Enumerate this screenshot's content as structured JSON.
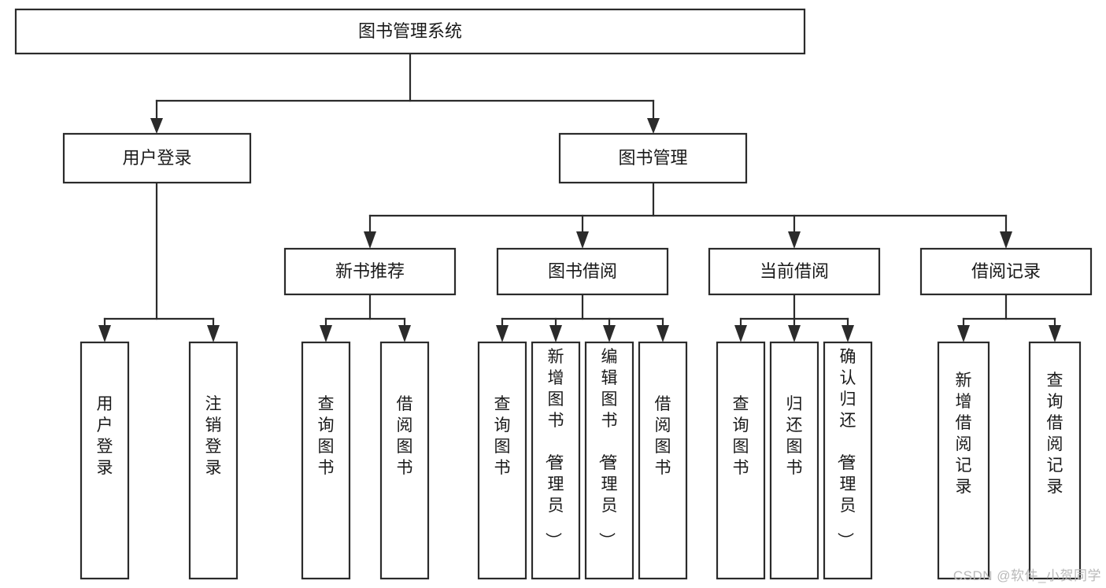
{
  "diagram": {
    "type": "tree-hierarchy",
    "title": "图书管理系统",
    "watermark": "CSDN @软件_小贺同学",
    "colors": {
      "stroke": "#2b2b2b",
      "background": "#ffffff",
      "text": "#1a1a1a",
      "watermark": "#b9b9b9"
    },
    "levels": {
      "root": {
        "label": "图书管理系统"
      },
      "level2": [
        {
          "label": "用户登录"
        },
        {
          "label": "图书管理"
        }
      ],
      "level3": [
        {
          "label": "新书推荐"
        },
        {
          "label": "图书借阅"
        },
        {
          "label": "当前借阅"
        },
        {
          "label": "借阅记录"
        }
      ],
      "leaves": {
        "user_login": [
          {
            "label": "用户登录"
          },
          {
            "label": "注销登录"
          }
        ],
        "new_book": [
          {
            "label": "查询图书"
          },
          {
            "label": "借阅图书"
          }
        ],
        "book_borrow": [
          {
            "label": "查询图书"
          },
          {
            "label": "新增图书（管理员）"
          },
          {
            "label": "编辑图书（管理员）"
          },
          {
            "label": "借阅图书"
          }
        ],
        "current_borrow": [
          {
            "label": "查询图书"
          },
          {
            "label": "归还图书"
          },
          {
            "label": "确认归还（管理员）"
          }
        ],
        "borrow_record": [
          {
            "label": "新增借阅记录"
          },
          {
            "label": "查询借阅记录"
          }
        ]
      }
    }
  }
}
